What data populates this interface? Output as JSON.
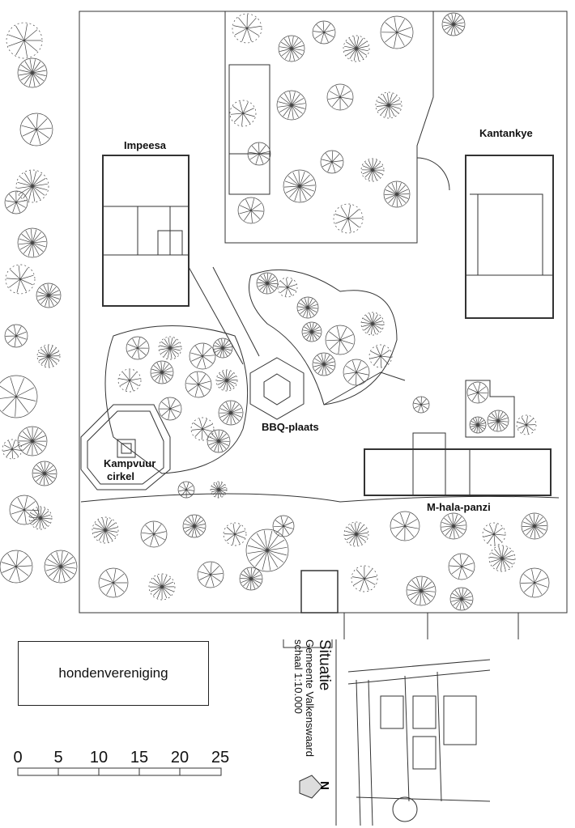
{
  "buildings": {
    "impeesa": "Impeesa",
    "kantankye": "Kantankye",
    "bbq": "BBQ-plaats",
    "kampvuur_line1": "Kampvuur",
    "kampvuur_line2": "cirkel",
    "mhala": "M-hala-panzi"
  },
  "neighbour_box": "hondenvereniging",
  "scale_bar": {
    "labels": [
      "0",
      "5",
      "10",
      "15",
      "20",
      "25"
    ]
  },
  "situatie": {
    "title": "Situatie",
    "municipality": "Gemeente Valkenswaard",
    "scale": "schaal 1:10.000",
    "north": "N"
  }
}
